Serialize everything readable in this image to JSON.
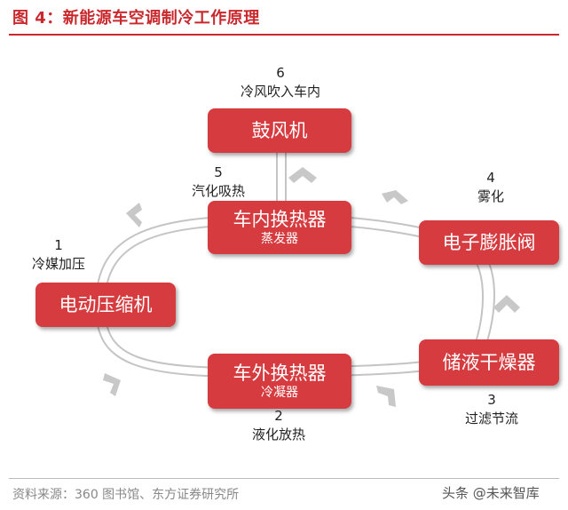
{
  "title": "图 4：新能源车空调制冷工作原理",
  "nodes": {
    "blower": "鼓风机",
    "evaporator_main": "车内换热器",
    "evaporator_sub": "蒸发器",
    "compressor": "电动压缩机",
    "condenser_main": "车外换热器",
    "condenser_sub": "冷凝器",
    "expansion_valve": "电子膨胀阀",
    "drier": "储液干燥器"
  },
  "steps": [
    {
      "num": "1",
      "text": "冷媒加压"
    },
    {
      "num": "2",
      "text": "液化放热"
    },
    {
      "num": "3",
      "text": "过滤节流"
    },
    {
      "num": "4",
      "text": "雾化"
    },
    {
      "num": "5",
      "text": "汽化吸热"
    },
    {
      "num": "6",
      "text": "冷风吹入车内"
    }
  ],
  "source": "资料来源：360 图书馆、东方证券研究所",
  "watermark": "头条 @未来智库",
  "colors": {
    "accent": "#c9282d",
    "node_fill": "#d63b3f",
    "pipe": "#bfbfbf",
    "arrow": "#c8c8c8"
  }
}
